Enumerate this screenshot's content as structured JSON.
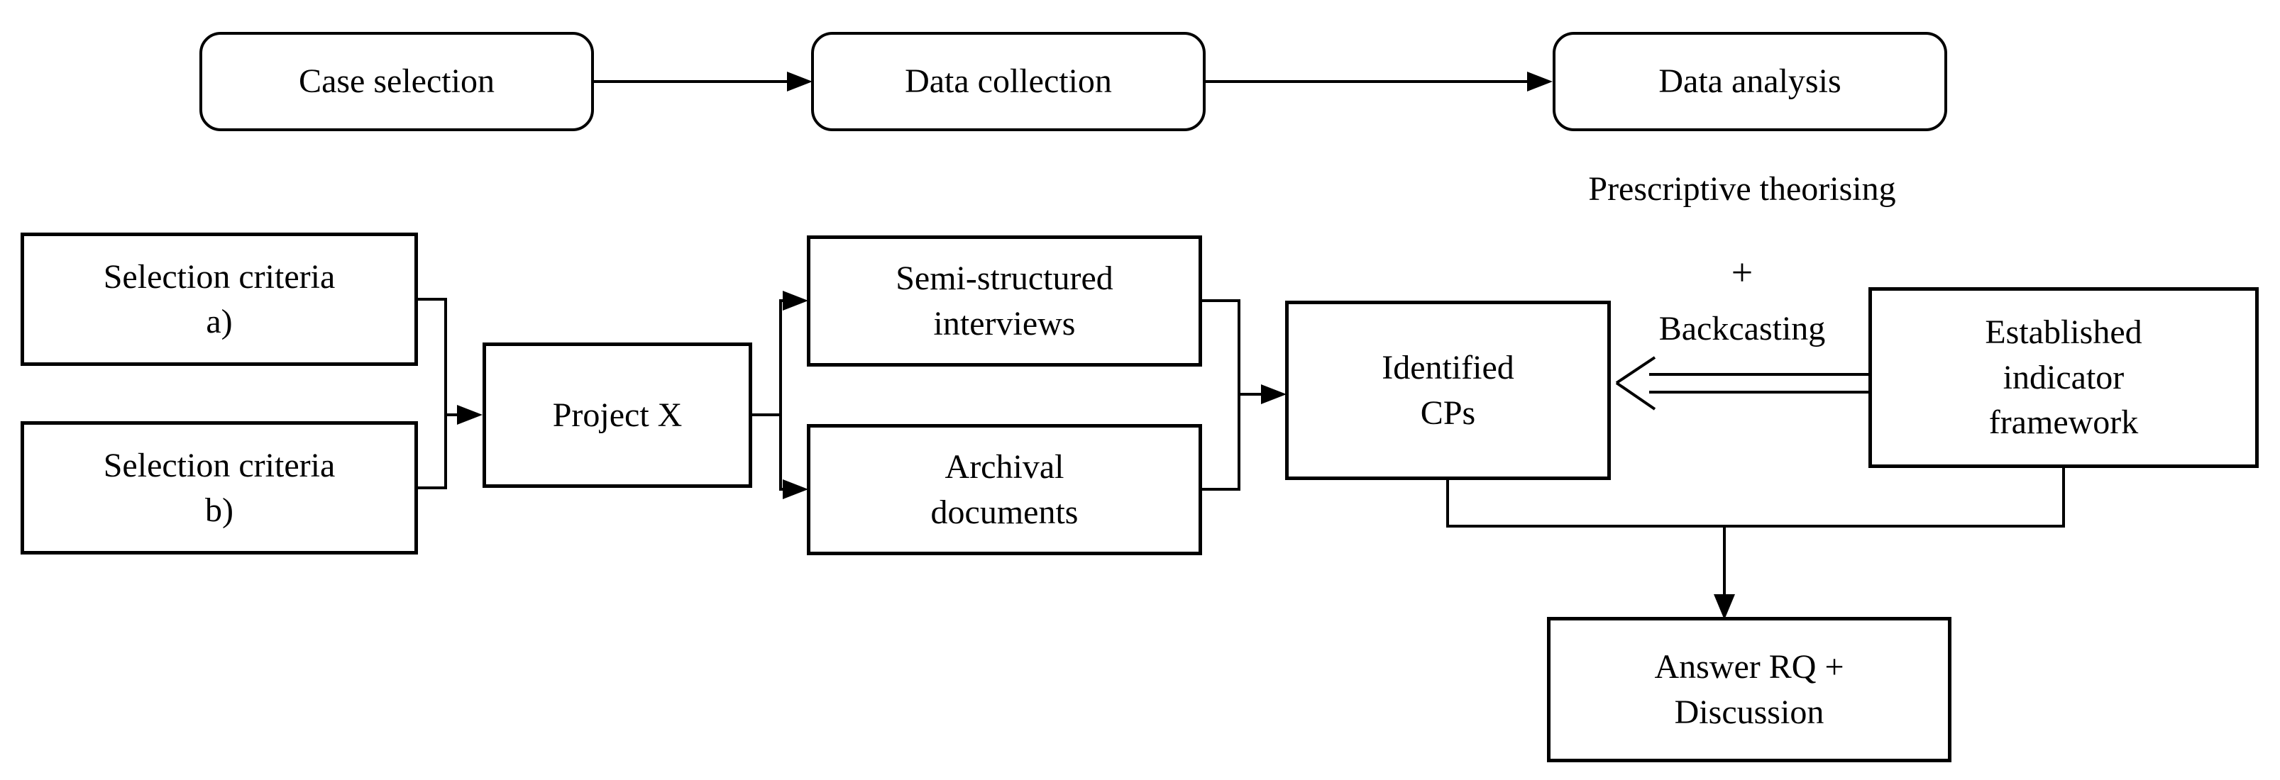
{
  "phases": {
    "case_selection": "Case selection",
    "data_collection": "Data collection",
    "data_analysis": "Data analysis"
  },
  "boxes": {
    "criteria_a": "Selection criteria\na)",
    "criteria_b": "Selection criteria\nb)",
    "project_x": "Project X",
    "interviews": "Semi-structured\ninterviews",
    "archival": "Archival\ndocuments",
    "identified_cps": "Identified\nCPs",
    "framework": "Established\nindicator\nframework",
    "answer": "Answer RQ +\nDiscussion"
  },
  "annotations": {
    "prescriptive": "Prescriptive theorising",
    "plus": "+",
    "backcasting": "Backcasting"
  },
  "colors": {
    "line": "#000000",
    "text": "#000000",
    "background": "#ffffff"
  }
}
